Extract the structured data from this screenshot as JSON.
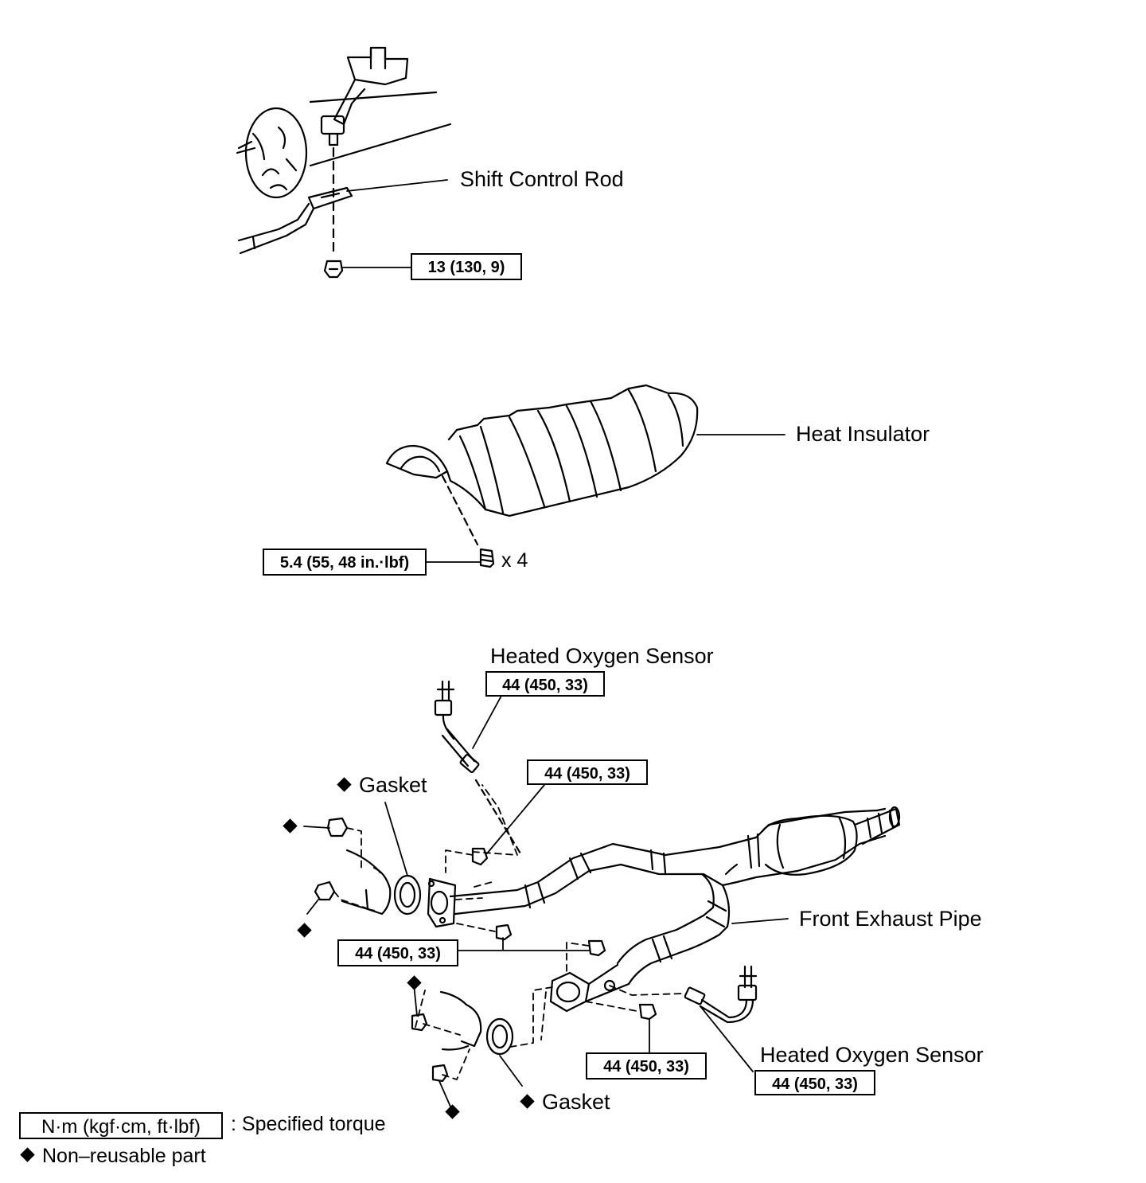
{
  "parts": {
    "shift_control_rod": "Shift Control Rod",
    "heat_insulator": "Heat Insulator",
    "heated_oxygen_sensor": "Heated Oxygen Sensor",
    "gasket": "Gasket",
    "front_exhaust_pipe": "Front Exhaust Pipe"
  },
  "torque": {
    "shift_rod_nut": "13 (130, 9)",
    "insulator_bolts": "5.4 (55, 48 in.·lbf)",
    "insulator_bolt_qty": "x 4",
    "exhaust": "44 (450, 33)"
  },
  "legend": {
    "torque_unit": "N·m (kgf·cm, ft·lbf)",
    "torque_desc": ": Specified torque",
    "nonreusable": "Non–reusable part"
  }
}
